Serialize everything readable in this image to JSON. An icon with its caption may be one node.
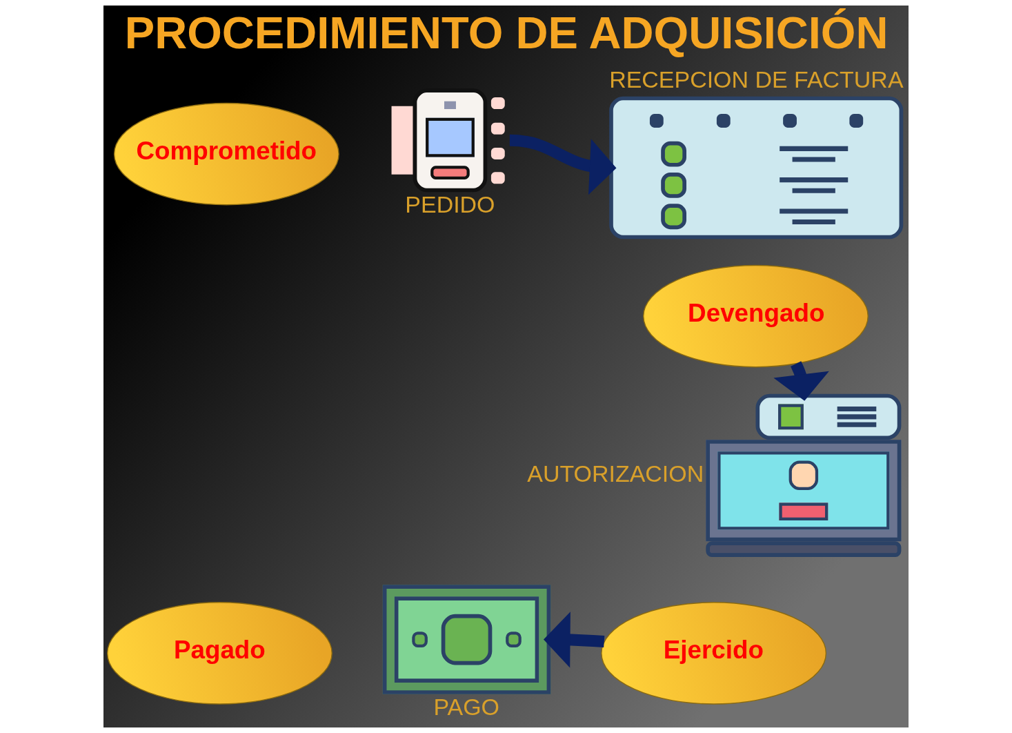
{
  "diagram": {
    "title": "PROCEDIMIENTO DE ADQUISICIÓN",
    "nodes": [
      {
        "text": [
          "Comprometido"
        ]
      },
      {
        "text": [],
        "shape": "picture",
        "beside": [
          "PEDIDO"
        ]
      },
      {
        "text": [],
        "shape": "picture",
        "beside": [
          "RECEPCION DE FACTURA"
        ]
      },
      {
        "text": [
          "Devengado"
        ]
      },
      {
        "text": [],
        "shape": "picture",
        "beside": [
          "AUTORIZACION"
        ]
      },
      {
        "text": [
          "Ejercido"
        ]
      },
      {
        "text": [
          "Pagado"
        ]
      },
      {
        "text": [],
        "shape": "picture",
        "beside": [
          "PAGO"
        ]
      }
    ],
    "edges": [
      {
        "from": 1,
        "to": 2,
        "arrow": "to"
      },
      {
        "from": 3,
        "to": 4,
        "arrow": "to"
      },
      {
        "from": 5,
        "to": 7,
        "arrow": "to"
      }
    ]
  }
}
